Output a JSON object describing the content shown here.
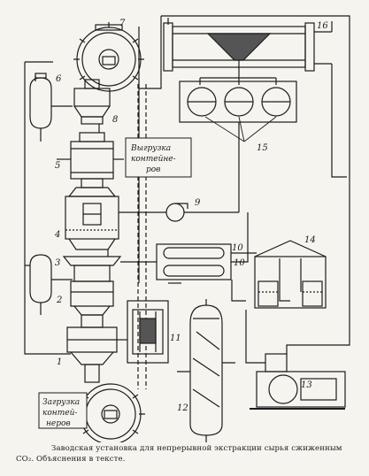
{
  "figure": {
    "labels": {
      "n1": "1",
      "n2": "2",
      "n3": "3",
      "n4": "4",
      "n5": "5",
      "n6": "6",
      "n7": "7",
      "n8": "8",
      "n9": "9",
      "n10": "10",
      "n10b": "10",
      "n11": "11",
      "n12": "12",
      "n13": "13",
      "n14": "14",
      "n15": "15",
      "n16": "16"
    },
    "unload_box": [
      "Выгрузка",
      "контейне-",
      "ров"
    ],
    "load_box": [
      "Загрузка",
      "контей-",
      "неров"
    ],
    "caption": "Заводская установка для непрерывной экстракции сырья сжиженным CO₂. Объяснения в тексте."
  },
  "colors": {
    "ink": "#1c1c1c",
    "paper": "#f6f4ef"
  }
}
